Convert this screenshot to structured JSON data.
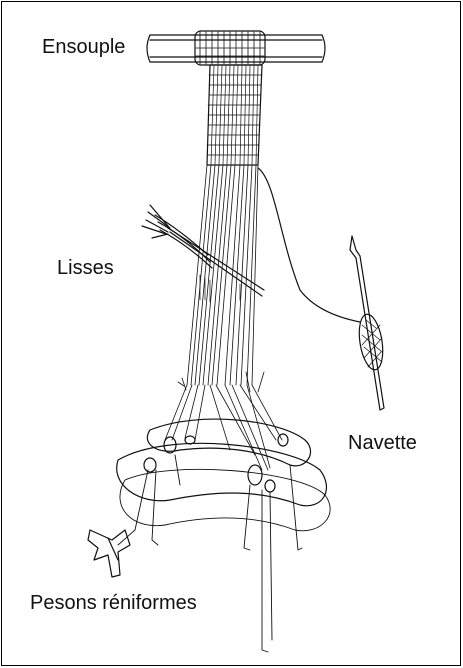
{
  "labels": {
    "ensouple": "Ensouple",
    "lisses": "Lisses",
    "navette": "Navette",
    "pesons": "Pesons réniformes"
  },
  "colors": {
    "ink": "#111111",
    "background": "#ffffff",
    "border": "#000000"
  }
}
